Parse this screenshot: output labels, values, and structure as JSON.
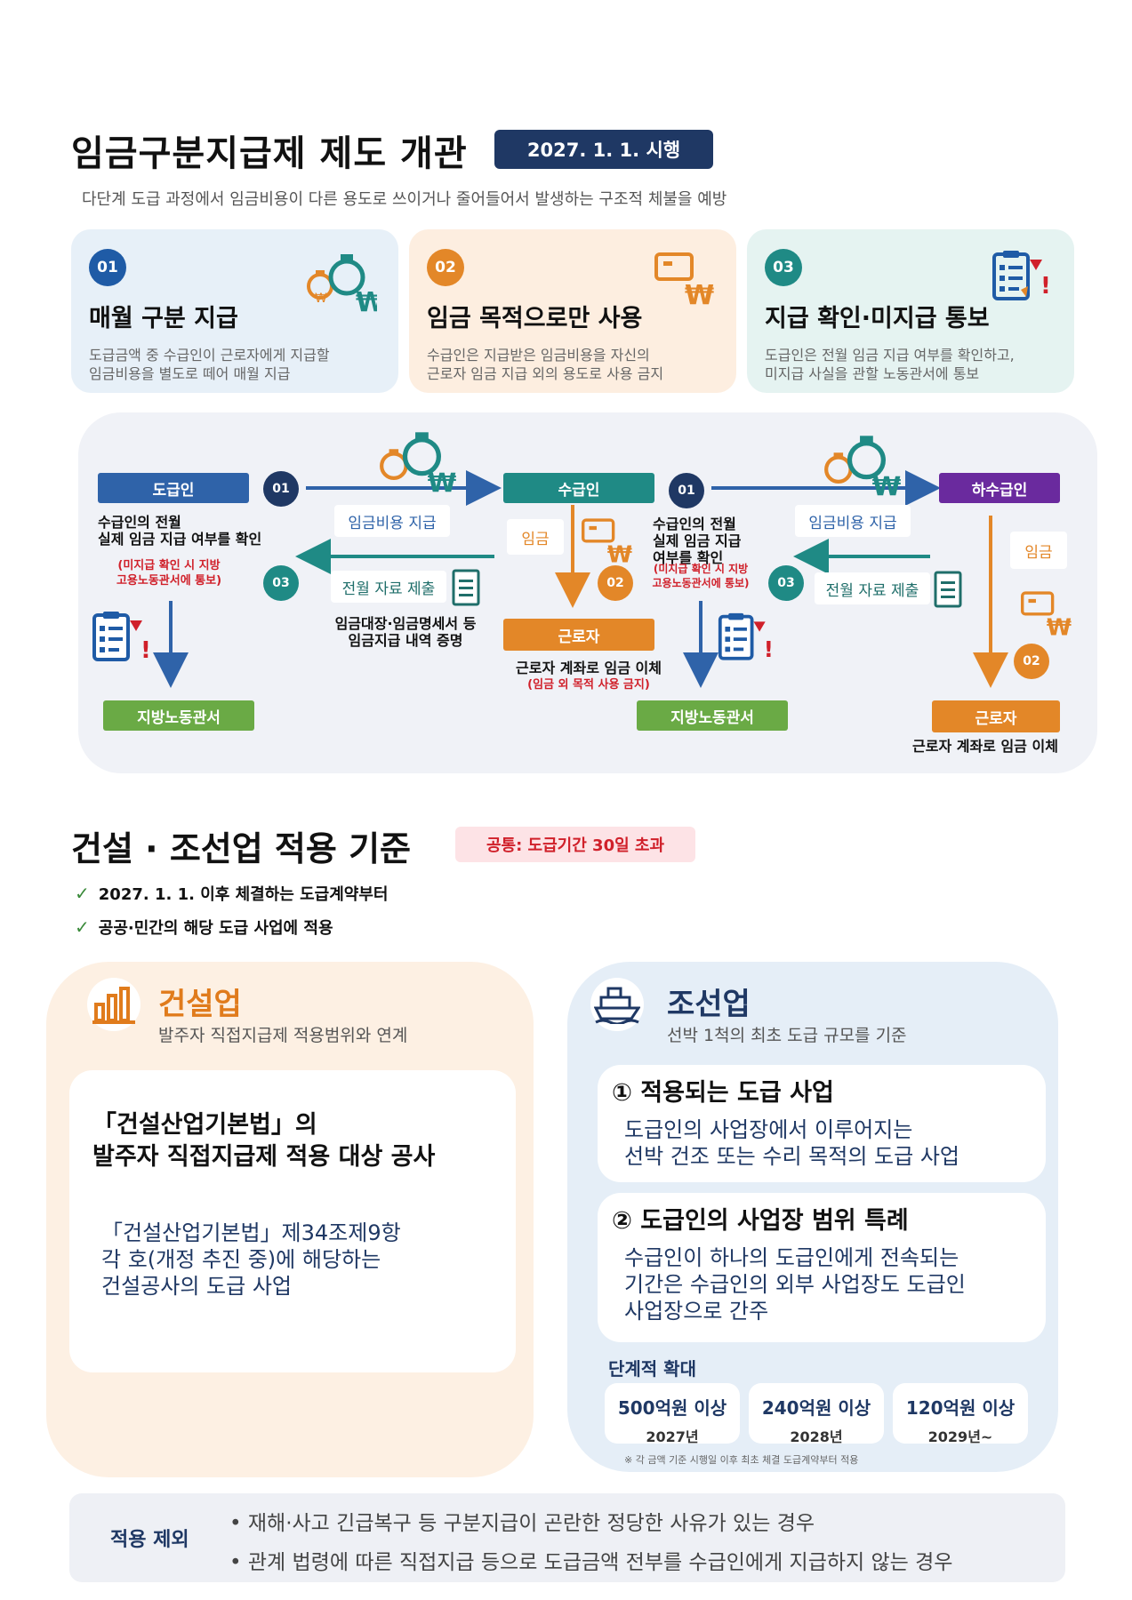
{
  "header": {
    "title": "임금구분지급제 제도 개관",
    "date_badge": "2027. 1. 1. 시행",
    "subtitle": "다단계 도급 과정에서 임금비용이 다른 용도로 쓰이거나 줄어들어서 발생하는 구조적 체불을 예방"
  },
  "cards": [
    {
      "num": "01",
      "title": "매월 구분 지급",
      "desc": "도급금액 중 수급인이 근로자에게 지급할\n임금비용을 별도로 떼어 매월 지급",
      "bg": "#e7f0f8",
      "accent": "#1f5ba6"
    },
    {
      "num": "02",
      "title": "임금 목적으로만 사용",
      "desc": "수급인은 지급받은 임금비용을 자신의\n근로자 임금 지급 외의 용도로 사용 금지",
      "bg": "#fdeee0",
      "accent": "#e38728"
    },
    {
      "num": "03",
      "title": "지급 확인·미지급 통보",
      "desc": "도급인은 전월 임금 지급 여부를 확인하고,\n미지급 사실을 관할 노동관서에 통보",
      "bg": "#e5f3f1",
      "accent": "#1f8a85"
    }
  ],
  "flow": {
    "contractor": "도급인",
    "subcontractor": "수급인",
    "sub_subcontractor": "하수급인",
    "worker": "근로자",
    "labor_office": "지방노동관서",
    "num_01": "01",
    "num_02": "02",
    "num_03": "03",
    "wage_cost_payment": "임금비용 지급",
    "wage": "임금",
    "monthly_submission": "전월 자료 제출",
    "confirm_text": "수급인의 전월\n실제 임금 지급 여부를 확인",
    "confirm_text_2": "수급인의 전월\n실제 임금 지급\n여부를 확인",
    "notify_red": "(미지급 확인 시 지방\n고용노동관서에 통보)",
    "docs_text": "임금대장·임금명세서 등\n임금지급 내역 증명",
    "transfer_text": "근로자 계좌로 임금 이체",
    "transfer_red": "(임금 외 목적 사용 금지)"
  },
  "section2": {
    "title": "건설 · 조선업 적용 기준",
    "common_badge": "공통: 도급기간 30일 초과",
    "checks": [
      "2027. 1. 1. 이후 체결하는 도급계약부터",
      "공공·민간의 해당 도급 사업에 적용"
    ],
    "check_mark": "✓"
  },
  "construction": {
    "title": "건설업",
    "sub": "발주자 직접지급제 적용범위와 연계",
    "box_title": "「건설산업기본법」의\n발주자 직접지급제 적용 대상 공사",
    "box_desc": "「건설산업기본법」제34조제9항\n각 호(개정 추진 중)에 해당하는\n건설공사의 도급 사업",
    "color": "#e07b1c"
  },
  "shipbuilding": {
    "title": "조선업",
    "sub": "선박 1척의 최초 도급 규모를 기준",
    "box1_title": "① 적용되는 도급 사업",
    "box1_desc": "도급인의 사업장에서 이루어지는\n선박 건조 또는 수리 목적의 도급 사업",
    "box2_title": "② 도급인의 사업장 범위 특례",
    "box2_desc": "수급인이 하나의 도급인에게 전속되는\n기간은 수급인의 외부 사업장도 도급인\n사업장으로 간주",
    "stage_title": "단계적 확대",
    "stages": [
      {
        "value": "500억원 이상",
        "year": "2027년"
      },
      {
        "value": "240억원 이상",
        "year": "2028년"
      },
      {
        "value": "120억원 이상",
        "year": "2029년~"
      }
    ],
    "note": "※ 각 금액 기준 시행일 이후 최초 체결 도급계약부터 적용",
    "color": "#1f3864"
  },
  "exclusion": {
    "label": "적용 제외",
    "items": [
      "재해·사고 긴급복구 등 구분지급이 곤란한 정당한 사유가 있는 경우",
      "관계 법령에 따른 직접지급 등으로 도급금액 전부를 수급인에게 지급하지 않는 경우"
    ]
  }
}
